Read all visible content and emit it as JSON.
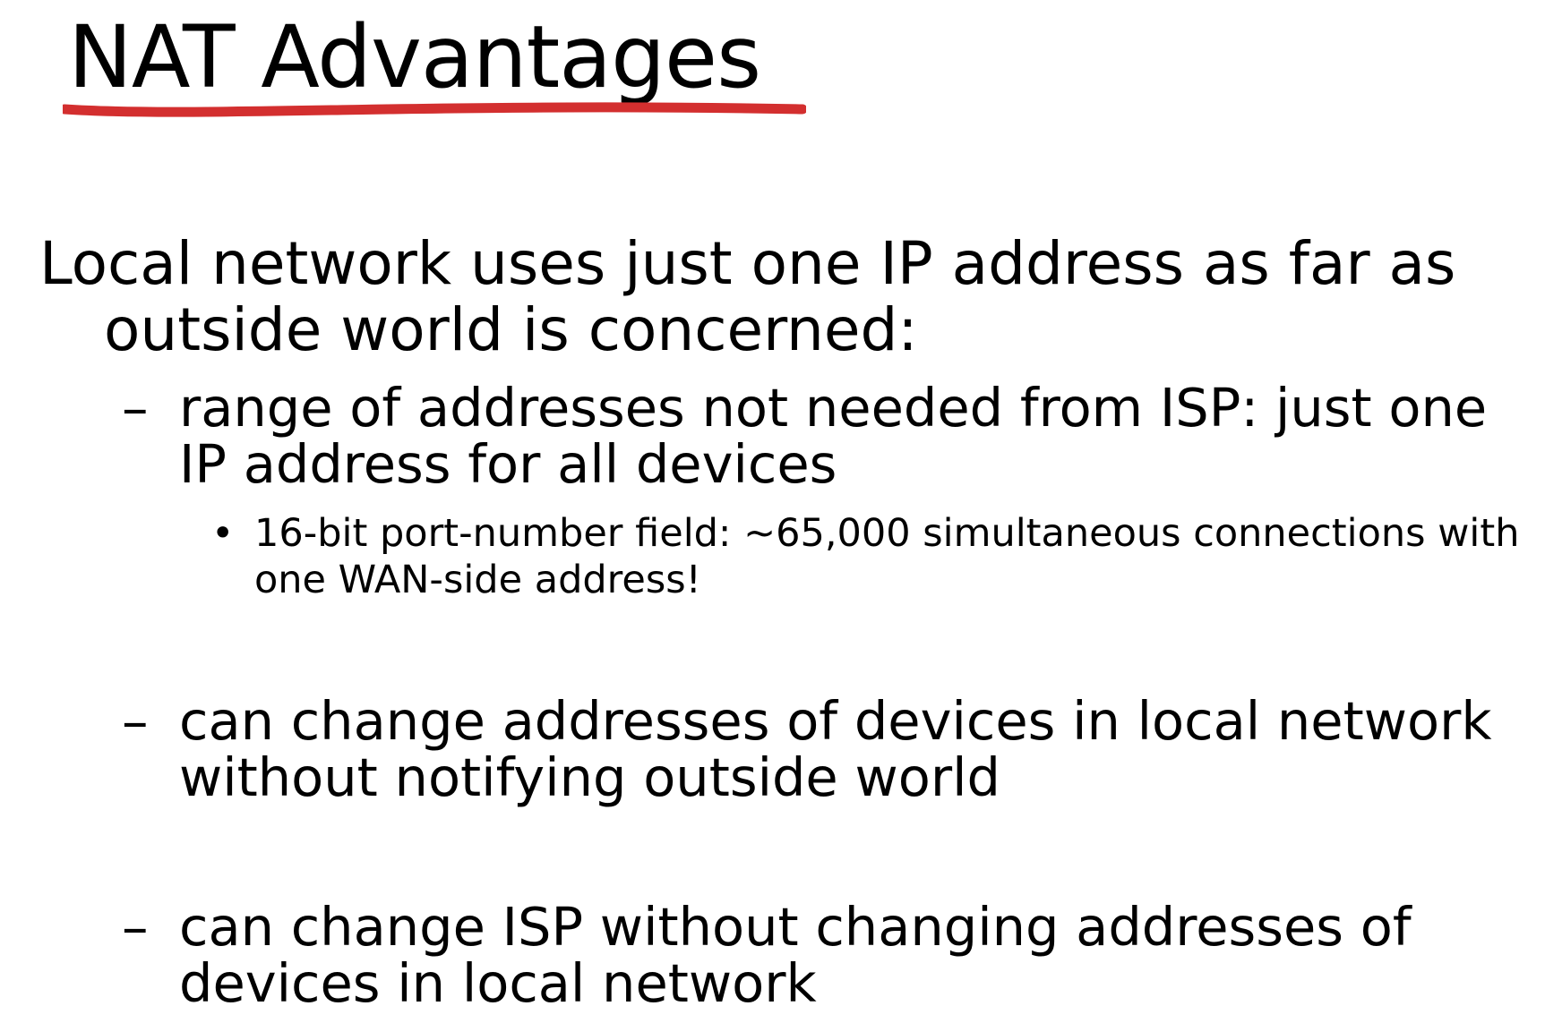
{
  "slide": {
    "title": "NAT Advantages",
    "underline_color": "#d32f2f",
    "intro": "Local network uses just one IP address as far as outside world is concerned:",
    "points": [
      {
        "marker": "–",
        "text": "range of addresses not needed from ISP:  just one IP address for all devices",
        "subpoints": [
          {
            "marker": "•",
            "text": "16-bit port-number field:  ~65,000 simultaneous connections with one WAN-side address!"
          }
        ]
      },
      {
        "marker": "–",
        "text": "can change addresses of devices in local network without notifying outside world"
      },
      {
        "marker": "–",
        "text": "can change ISP without changing addresses of devices in local network"
      }
    ]
  }
}
